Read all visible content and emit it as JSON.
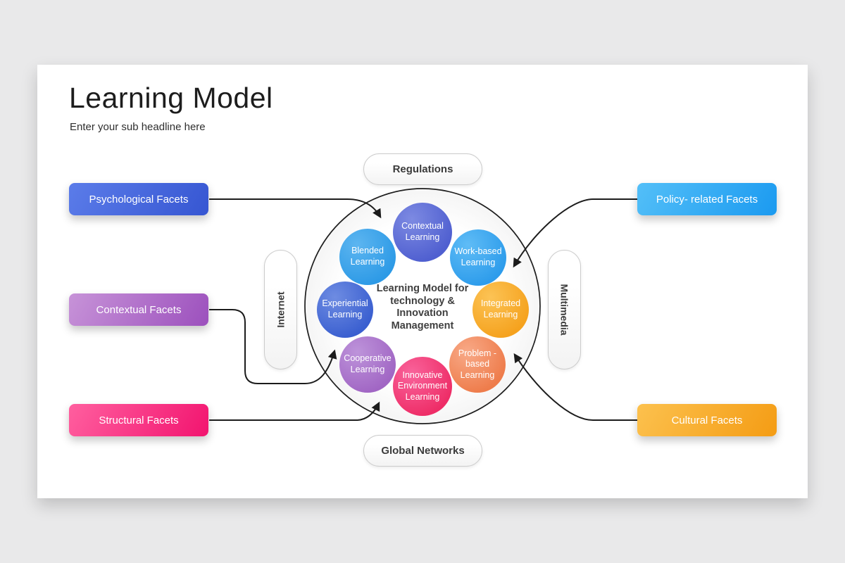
{
  "background_color": "#e9e9ea",
  "slide": {
    "title": "Learning Model",
    "subtitle": "Enter your sub headline here"
  },
  "facet_boxes": [
    {
      "id": "psychological",
      "label": "Psychological Facets",
      "side": "left",
      "gradient": {
        "from": "#5b7ce9",
        "to": "#3656d2"
      }
    },
    {
      "id": "contextual",
      "label": "Contextual Facets",
      "side": "left",
      "gradient": {
        "from": "#c793d8",
        "to": "#9c50bd"
      }
    },
    {
      "id": "structural",
      "label": "Structural Facets",
      "side": "left",
      "gradient": {
        "from": "#ff5f9f",
        "to": "#f2146f"
      }
    },
    {
      "id": "policy",
      "label": "Policy- related Facets",
      "side": "right",
      "gradient": {
        "from": "#53bff8",
        "to": "#1b9af0"
      }
    },
    {
      "id": "cultural",
      "label": "Cultural Facets",
      "side": "right",
      "gradient": {
        "from": "#fcc14e",
        "to": "#f49c14"
      }
    }
  ],
  "pills": {
    "top": "Regulations",
    "bottom": "Global Networks",
    "left": "Internet",
    "right": "Multimedia"
  },
  "hub": {
    "center_text": "Learning Model for technology & Innovation Management"
  },
  "learning_circles": [
    {
      "id": "contextual",
      "label": "Contextual Learning",
      "gradient": {
        "from": "#7d8ae2",
        "to": "#4f5fd0"
      }
    },
    {
      "id": "work_based",
      "label": "Work-based Learning",
      "gradient": {
        "from": "#5fbcf6",
        "to": "#2d9ceb"
      }
    },
    {
      "id": "integrated",
      "label": "Integrated Learning",
      "gradient": {
        "from": "#fcc355",
        "to": "#f5a21e"
      }
    },
    {
      "id": "problem_based",
      "label": "Problem - based Learning",
      "gradient": {
        "from": "#f8a987",
        "to": "#ee7c4b"
      }
    },
    {
      "id": "innovative",
      "label": "Innovative Environment Learning",
      "gradient": {
        "from": "#f9639b",
        "to": "#ee2d67"
      }
    },
    {
      "id": "cooperative",
      "label": "Cooperative Learning",
      "gradient": {
        "from": "#bd93da",
        "to": "#a166c4"
      }
    },
    {
      "id": "experiential",
      "label": "Experiential Learning",
      "gradient": {
        "from": "#6e8ce2",
        "to": "#3a5fd0"
      }
    },
    {
      "id": "blended",
      "label": "Blended Learning",
      "gradient": {
        "from": "#5cb5f0",
        "to": "#2d9ae6"
      }
    }
  ],
  "connector_color": "#1c1c1c"
}
